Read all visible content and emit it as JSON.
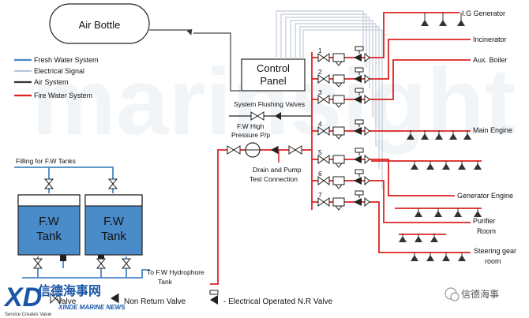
{
  "title": "",
  "air_bottle": "Air Bottle",
  "control_panel": [
    "Control",
    "Panel"
  ],
  "system_flushing": "System Flushing Valves",
  "fw_pump": [
    "F.W High",
    "Pressure P/p"
  ],
  "drain_test": [
    "Drain and Pump",
    "Test Connection"
  ],
  "filling": "Filling for F.W Tanks",
  "tanks": [
    {
      "label": [
        "F.W",
        "Tank"
      ]
    },
    {
      "label": [
        "F.W",
        "Tank"
      ]
    }
  ],
  "hydrophore": [
    "To F.W Hydrophore",
    "Tank"
  ],
  "legend": [
    {
      "label": "Fresh Water System",
      "color": "#4a86c5"
    },
    {
      "label": "Electrical Signal",
      "color": "#b8c4d6"
    },
    {
      "label": "Air System",
      "color": "#333333"
    },
    {
      "label": "Fire Water System",
      "color": "#dd2222"
    }
  ],
  "valve_numbers": [
    "1",
    "2",
    "3",
    "4",
    "5",
    "6",
    "7"
  ],
  "consumers": [
    "I.G Generator",
    "Incinerator",
    "Aux. Boiler",
    "Main Engine",
    "Generator Engine",
    [
      "Purifier",
      "Room"
    ],
    [
      "Steering gear",
      "room"
    ]
  ],
  "bottom_legend": {
    "valve": "Valve",
    "nrv": "Non Return Valve",
    "eonrv": "- Electrical Operated N.R Valve"
  },
  "brand": {
    "logo_text": "XD",
    "chinese": "信德海事网",
    "english": "XINDE MARINE NEWS",
    "slogan": "Service Creates Value",
    "wechat": "信德海事"
  },
  "watermark": "marinsight"
}
